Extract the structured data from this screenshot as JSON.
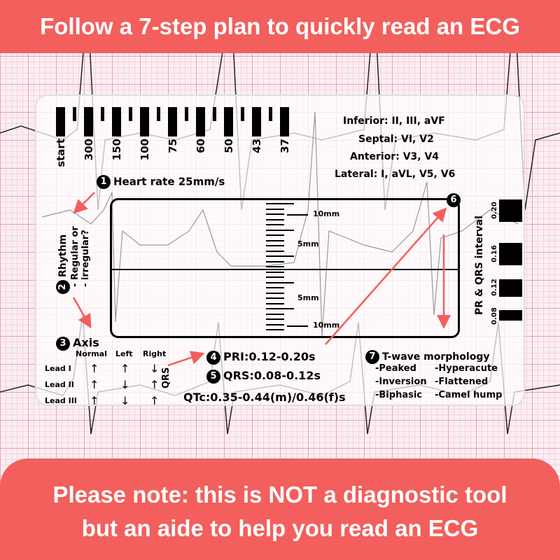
{
  "top_banner": "Follow a 7-step plan to quickly read an ECG",
  "bottom_banner": [
    "Please note:  this is NOT a diagnostic tool",
    "but an aide to help you read an ECG"
  ],
  "colors": {
    "banner": "#f25f5c",
    "arrow": "#f25f5c",
    "grid": "#e7a3b6"
  },
  "rate_ruler": [
    "start",
    "300",
    "150",
    "100",
    "75",
    "60",
    "50",
    "43",
    "37"
  ],
  "leads": [
    "Inferior: II, III, aVF",
    "Septal: VI, V2",
    "Anterior: V3, V4",
    "Lateral: I, aVL, V5, V6"
  ],
  "step1": {
    "num": "1",
    "label": "Heart rate 25mm/s"
  },
  "step2": {
    "num": "2",
    "label": "Rhythm",
    "sub1": "- Regular or",
    "sub2": "- irregular?"
  },
  "step3": {
    "num": "3",
    "label": "Axis",
    "cols": [
      "Normal",
      "Left",
      "Right"
    ],
    "qrs": "QRS",
    "rows": [
      {
        "lead": "Lead I",
        "v": [
          "↑",
          "↑",
          "↓"
        ]
      },
      {
        "lead": "Lead II",
        "v": [
          "↑",
          "↓",
          "↑"
        ]
      },
      {
        "lead": "Lead III",
        "v": [
          "↑",
          "↓",
          "↑"
        ]
      }
    ]
  },
  "step4": {
    "num": "4",
    "label": "PRI:0.12-0.20s"
  },
  "step5": {
    "num": "5",
    "label": "QRS:0.08-0.12s"
  },
  "qtc": "QTc:0.35-0.44(m)/0.46(f)s",
  "step6": {
    "num": "6",
    "label": "PR & QRS interval",
    "marks": [
      "0.20",
      "0.16",
      "0.12",
      "0.08"
    ]
  },
  "step7": {
    "num": "7",
    "label": "T-wave morphology",
    "items": [
      "-Peaked",
      "-Hyperacute",
      "-Inversion",
      "-Flattened",
      "-Biphasic",
      "-Camel  hump"
    ]
  },
  "mm_labels": [
    "10mm",
    "5mm",
    "5mm",
    "10mm"
  ]
}
